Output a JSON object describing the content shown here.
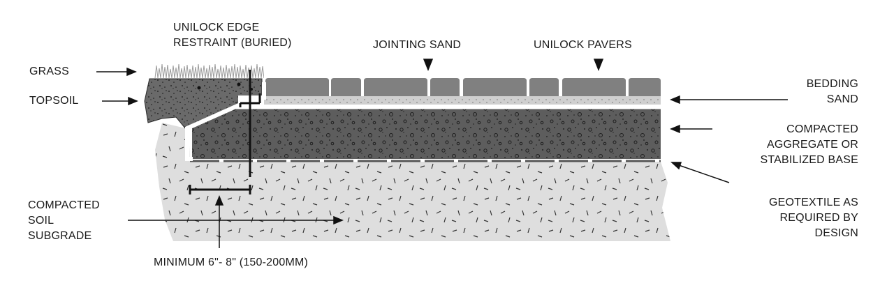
{
  "labels": {
    "edge_restraint": [
      "UNILOCK EDGE",
      "RESTRAINT (BURIED)"
    ],
    "jointing_sand": "JOINTING SAND",
    "unilock_pavers": "UNILOCK PAVERS",
    "grass": "GRASS",
    "topsoil": "TOPSOIL",
    "bedding_sand": [
      "BEDDING",
      "SAND"
    ],
    "compacted_aggregate": [
      "COMPACTED",
      "AGGREGATE OR",
      "STABILIZED BASE"
    ],
    "geotextile": [
      "GEOTEXTILE AS",
      "REQUIRED BY",
      "DESIGN"
    ],
    "compacted_soil": [
      "COMPACTED",
      "SOIL",
      "SUBGRADE"
    ],
    "minimum": "MINIMUM 6\"- 8\" (150-200MM)"
  },
  "colors": {
    "paver": "#808080",
    "bedding_sand": "#cfcfcf",
    "aggregate": "#5d5d5d",
    "topsoil": "#6a6a6a",
    "subgrade": "#dedede",
    "line": "#111111"
  }
}
